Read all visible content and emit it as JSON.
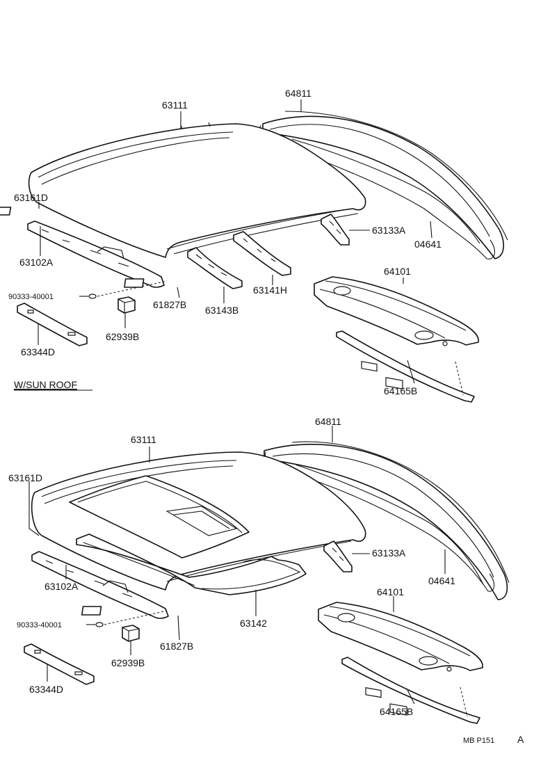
{
  "upper": {
    "roof_panel": "63111",
    "back_window_glass": "64811",
    "front_header_pad": "63161D",
    "front_header_panel": "63102A",
    "screw": "90333-40001",
    "sunvisor_bracket": "63344D",
    "pad_small": "61827B",
    "spacer": "62939B",
    "reinforcement_rear": "63133A",
    "reinforcement_mid": "63143B",
    "reinforcement_bow": "63141H",
    "weatherstrip": "04641",
    "package_tray_panel": "64101",
    "tray_reinforcement": "64165B"
  },
  "section_title": "W/SUN ROOF",
  "lower": {
    "roof_panel": "63111",
    "back_window_glass": "64811",
    "front_header_pad": "63161D",
    "front_header_panel": "63102A",
    "screw": "90333-40001",
    "sunvisor_bracket": "63344D",
    "pad_small": "61827B",
    "spacer": "62939B",
    "reinforcement_rear": "63133A",
    "sunroof_reinforcement": "63142",
    "weatherstrip": "04641",
    "package_tray_panel": "64101",
    "tray_reinforcement": "64165B"
  },
  "footer": {
    "code": "MB P151",
    "suffix": "A"
  }
}
